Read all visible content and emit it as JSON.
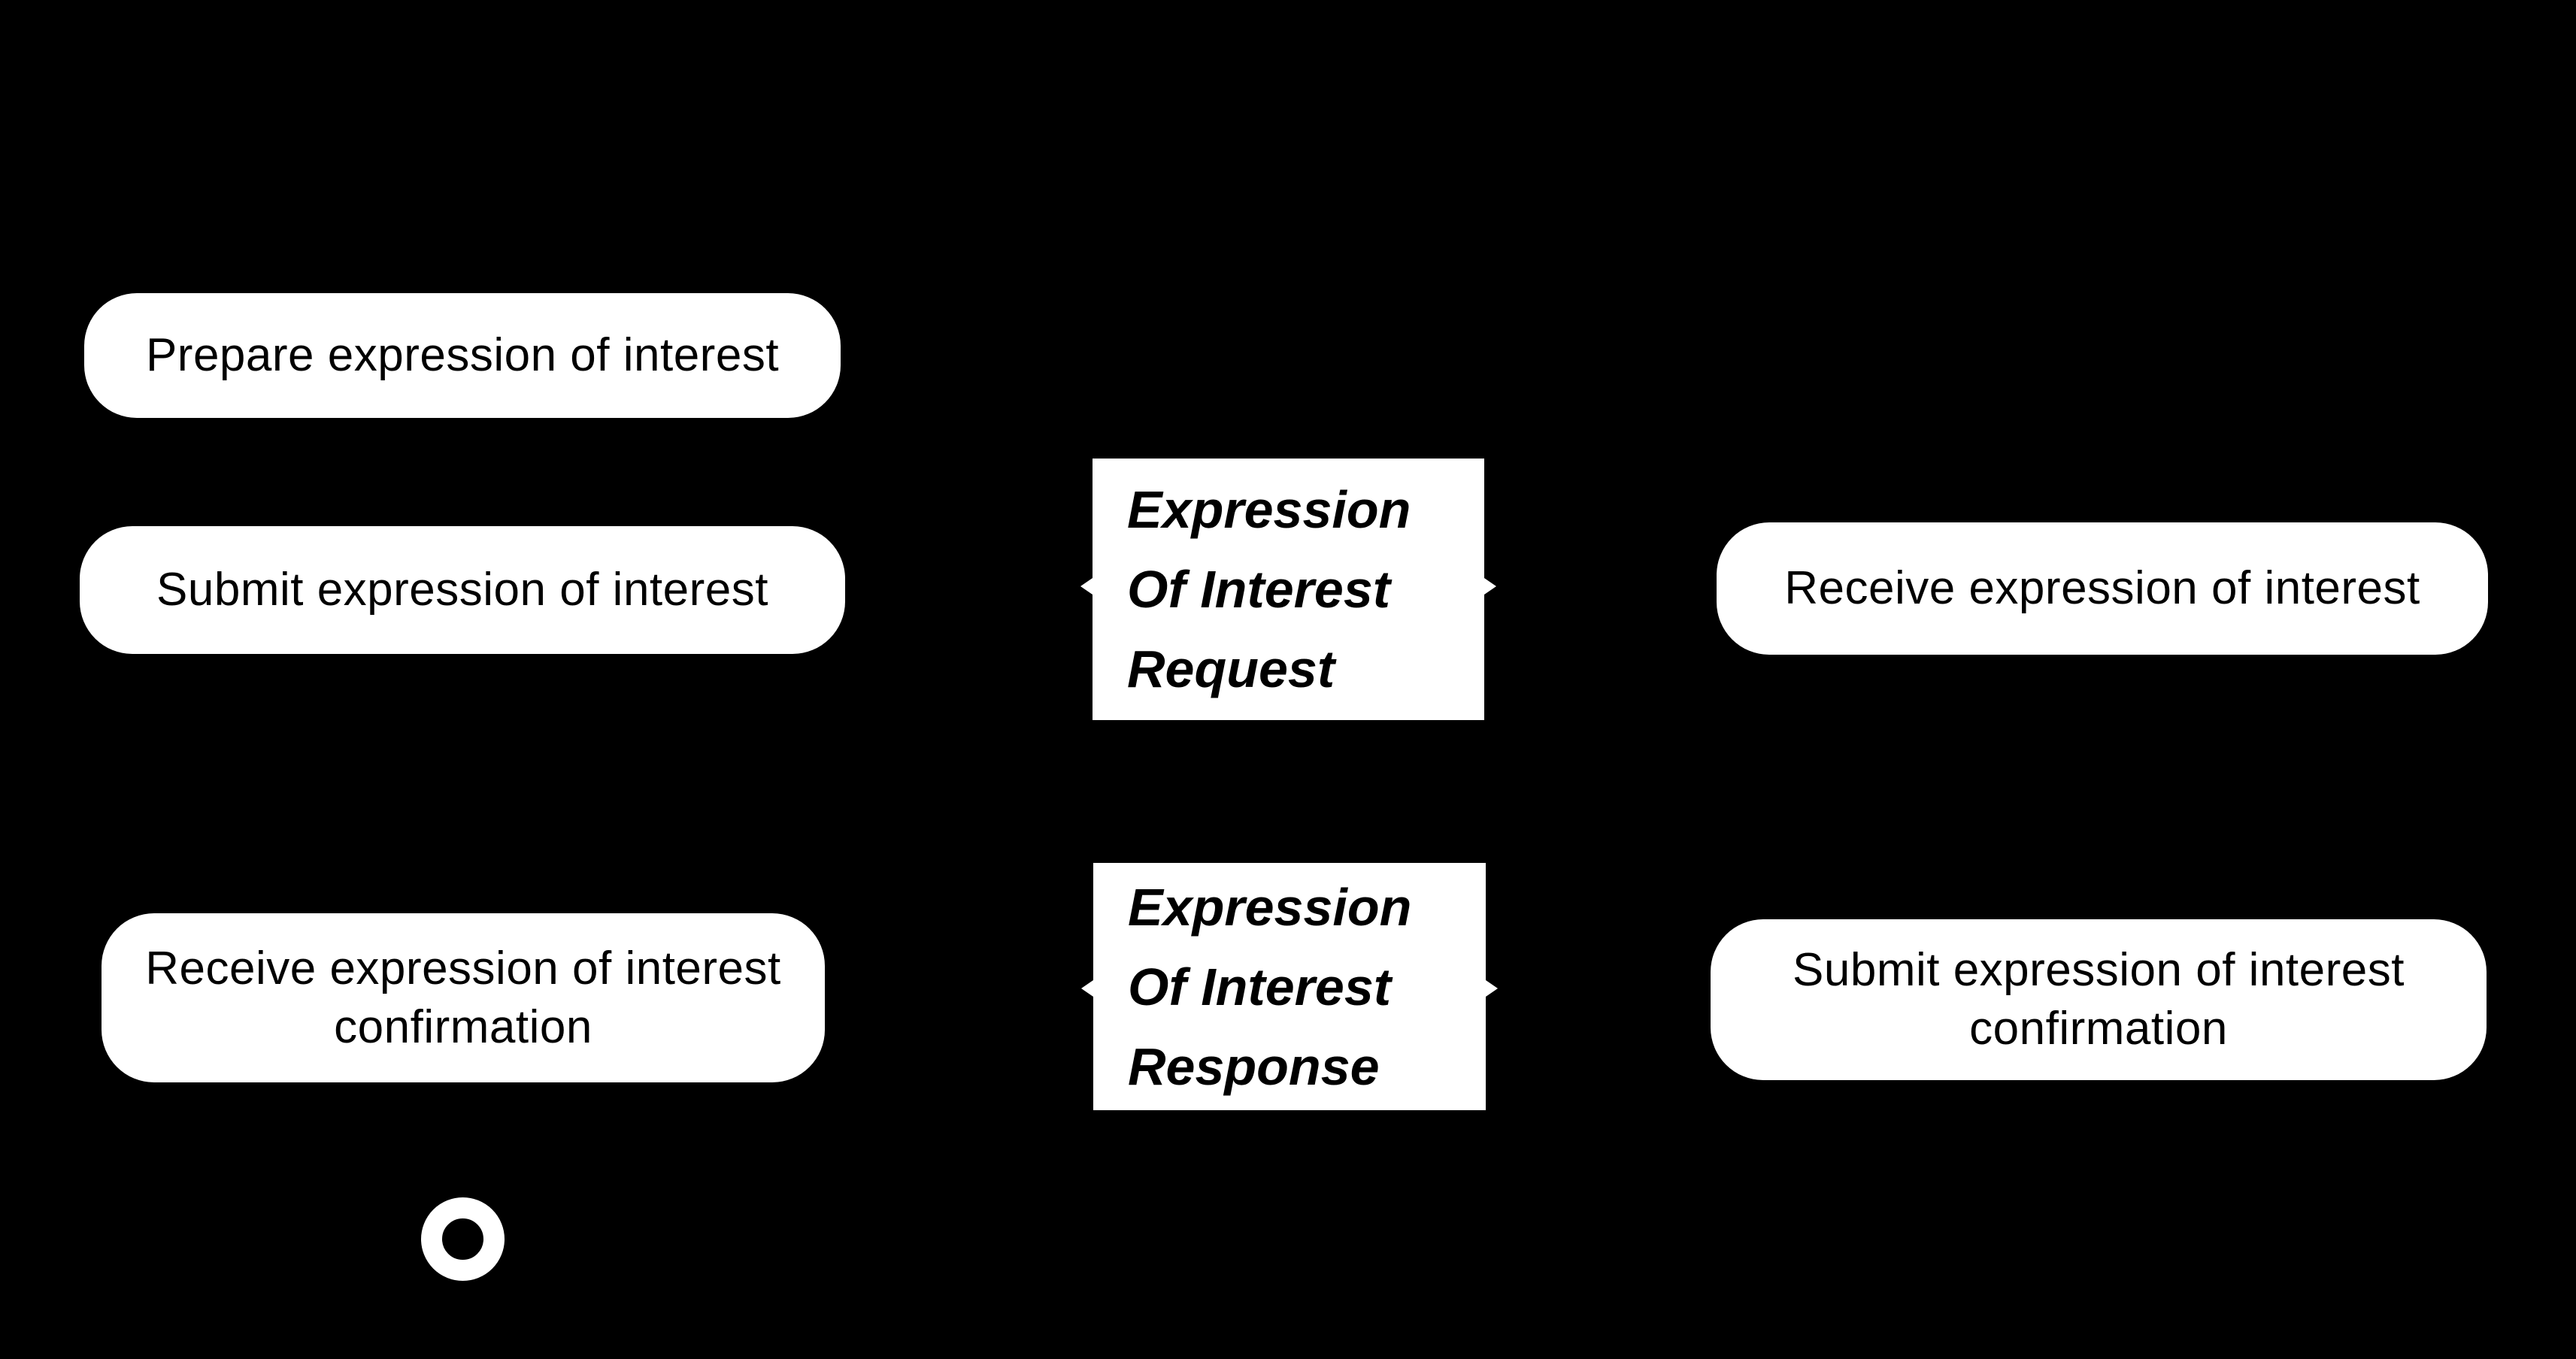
{
  "diagram": {
    "type": "bpmn-collaboration",
    "colors": {
      "background": "#000000",
      "node_fill": "#ffffff",
      "node_text": "#000000",
      "end_event_ring": "#ffffff"
    },
    "tasks": {
      "prepare": {
        "label": "Prepare expression of interest"
      },
      "submit": {
        "label": "Submit expression of interest"
      },
      "receive": {
        "label": "Receive expression of interest"
      },
      "receive_confirmation": {
        "line1": "Receive expression of interest",
        "line2": "confirmation"
      },
      "submit_confirmation": {
        "line1": "Submit expression of interest",
        "line2": "confirmation"
      }
    },
    "messages": {
      "request": {
        "line1": "Expression",
        "line2": "Of Interest",
        "line3": "Request"
      },
      "response": {
        "line1": "Expression",
        "line2": "Of Interest",
        "line3": "Response"
      }
    },
    "end_event": {
      "icon": "end-event-ring"
    }
  }
}
